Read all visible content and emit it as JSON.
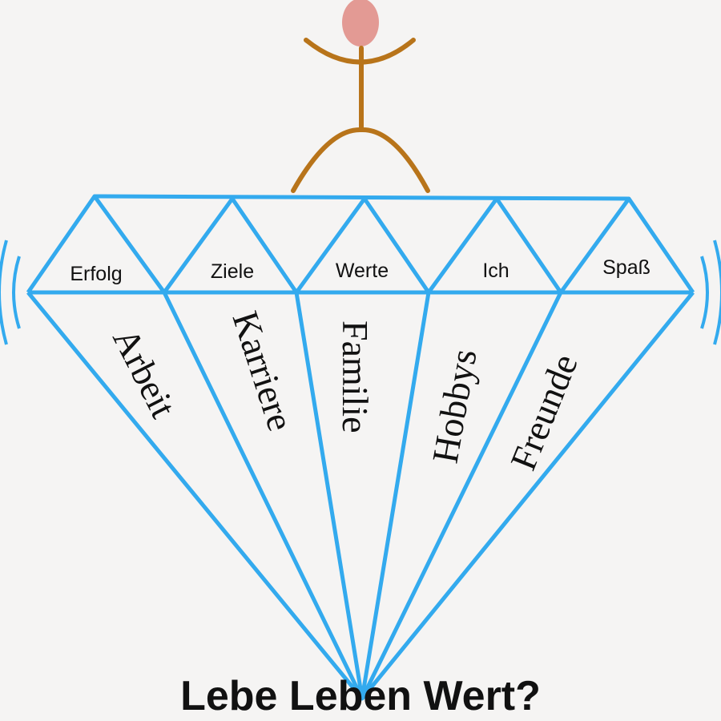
{
  "colors": {
    "diamond": "#33aaee",
    "figure": "#b8741a",
    "head": "#e39a94",
    "background": "#f5f4f3"
  },
  "top_labels": [
    "Erfolg",
    "Ziele",
    "Werte",
    "Ich",
    "Spaß"
  ],
  "facet_labels": [
    "Arbeit",
    "Karriere",
    "Familie",
    "Hobbys",
    "Freunde"
  ],
  "bottom_title": "Lebe Leben Wert?"
}
